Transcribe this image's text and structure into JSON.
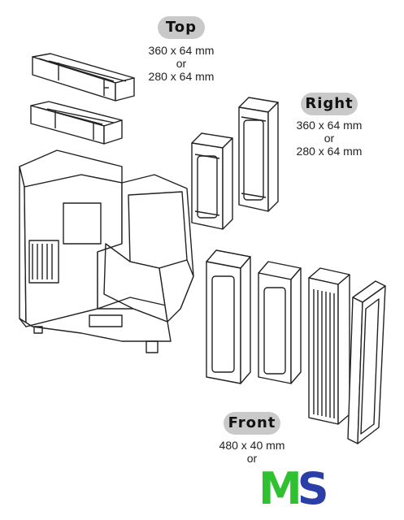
{
  "labels": {
    "top": {
      "title": "Top",
      "line1": "360 x 64 mm",
      "line2": "or",
      "line3": "280 x 64 mm"
    },
    "right": {
      "title": "Right",
      "line1": "360 x 64 mm",
      "line2": "or",
      "line3": "280 x 64 mm"
    },
    "front": {
      "title": "Front",
      "line1": "480 x 40 mm",
      "line2": "or"
    }
  },
  "logo": {
    "letter1": "M",
    "letter2": "S",
    "color1": "#2fc12f",
    "color2": "#2b3ea8"
  },
  "colors": {
    "pill_bg": "#c9c9c9",
    "line": "#222222"
  }
}
